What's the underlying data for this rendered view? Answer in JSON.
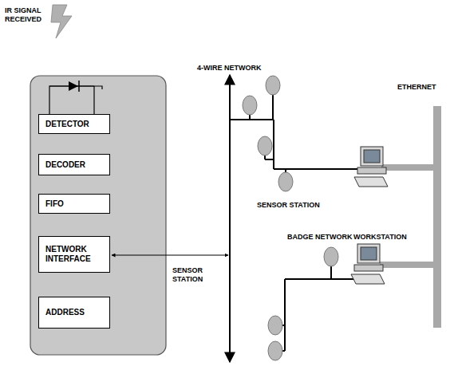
{
  "diagram": {
    "nodes": [
      {
        "text": [
          "DETECTOR"
        ]
      },
      {
        "text": [
          "DECODER"
        ]
      },
      {
        "text": [
          "FIFO"
        ]
      },
      {
        "text": [
          "NETWORK INTERFACE"
        ]
      },
      {
        "text": [
          "ADDRESS"
        ]
      }
    ],
    "labels": [
      "IR SIGNAL RECEIVED",
      "4-WIRE NETWORK",
      "ETHERNET",
      "SENSOR STATION",
      "SENSOR STATION",
      "BADGE NETWORK",
      "WORKSTATION"
    ]
  }
}
